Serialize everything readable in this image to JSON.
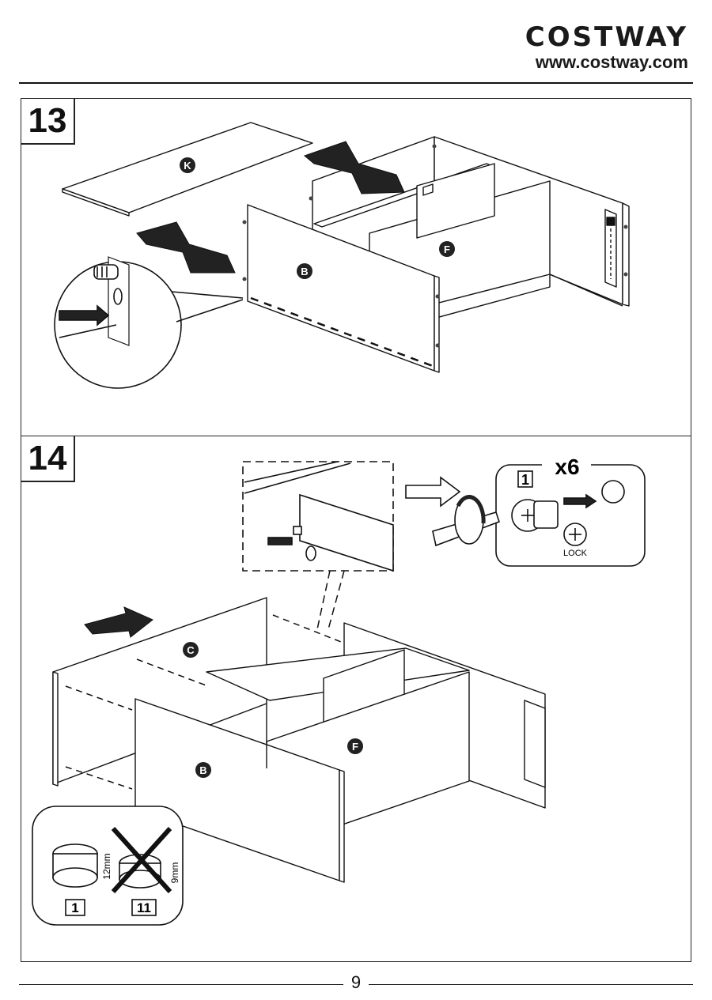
{
  "brand": {
    "logo": "COSTWAY",
    "url": "www.costway.com"
  },
  "steps": [
    {
      "number": "13",
      "labels": {
        "top_panel": "K",
        "front_panel": "B",
        "divider": "F"
      }
    },
    {
      "number": "14",
      "labels": {
        "back_panel": "C",
        "front_panel": "B",
        "divider": "F",
        "quantity": "x6",
        "part_id": "1",
        "lock": "LOCK",
        "cam_size_ok": "12mm",
        "cam_size_wrong": "9mm",
        "cam_ok_id": "1",
        "cam_wrong_id": "11"
      }
    }
  ],
  "footer": {
    "page_number": "9"
  }
}
